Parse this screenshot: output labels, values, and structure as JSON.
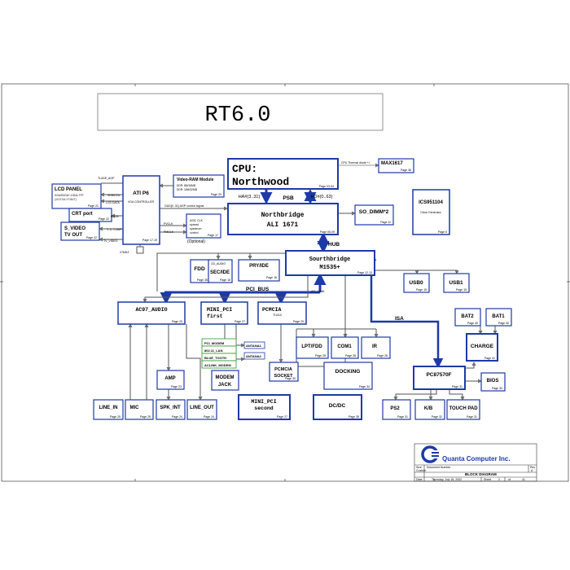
{
  "title": "RT6.0",
  "cpu": {
    "label1": "CPU:",
    "label2": "Northwood",
    "page": "Page 03-04"
  },
  "max1617": {
    "label": "MAX1617",
    "page": "Page 36",
    "link": "CPU Thermal diode +/-"
  },
  "ics": {
    "label": "ICS951104",
    "sub": "Clock Generator",
    "page": "Page 5"
  },
  "northbridge": {
    "label1": "Northbridge",
    "label2": "ALI 1671",
    "page": "Page 06-09"
  },
  "so_dimm": {
    "label": "SO_DIMM*2",
    "page": "Page 11"
  },
  "psb": "PSB",
  "ha": "HA#(3..31)",
  "hd": "HD#(0..63)",
  "hub": "HUB",
  "southbridge": {
    "label1": "Sourthbridge",
    "label2": "M1535+",
    "page": "Page 12-13"
  },
  "ati": {
    "label": "ATI P6",
    "sub": "VGA CONTROLLER",
    "page": "Page 17-19"
  },
  "vram": {
    "label": "Video-RAM Module",
    "sub1": "DDR: 8M/16MB",
    "sub2": "DDR: 16M/32MB",
    "page": "Page 20"
  },
  "agp": "GAD[0..31] AGP control signal",
  "lcd": {
    "label": "LCD PANEL",
    "sub1": "XGA/SXGA+,1024x TFT",
    "sub2": "(13.3\"/14.1\"/15.0\")",
    "page": "Page 21"
  },
  "crt": {
    "label": "CRT port",
    "page": "Page 22"
  },
  "svideo": {
    "label1": "S_VIDEO",
    "label2": "TV OUT",
    "page": "Page 22"
  },
  "sig": {
    "tlagp": "TLASE_AGP",
    "shield": "SHIELD\\L",
    "lcddata": "LCD DATA",
    "rgb": "R,G,B",
    "ycvbs": "Y, C, COMP",
    "tvvideo": "TV_VIDEO",
    "pvclk": "PVCLK",
    "pmclk": "PMCLK",
    "xtal": "27MHZ"
  },
  "asic": {
    "line1": "ASIC CLK",
    "line2": "spread",
    "line3": "spectrum",
    "line4": "control",
    "page": "Page 17",
    "opt": "(Optional)"
  },
  "fdd": {
    "label": "FDD",
    "page": "Page 35"
  },
  "secide": {
    "label": "SEC/IDE",
    "sub": "CD_AUDIO",
    "page": "Page 16"
  },
  "pryide": {
    "label": "PRY/IDE",
    "page": "Page 16"
  },
  "pcibus": "PCI_BUS",
  "aclink": "AC_LINK",
  "usb0": {
    "label": "USB0",
    "page": "Page 15"
  },
  "usb1": {
    "label": "USB1",
    "page": "Page 15"
  },
  "ac97": {
    "label": "AC97_AUDIO",
    "page": "Page 23"
  },
  "minipci1": {
    "label1": "MINI_PCI",
    "label2": "first",
    "page": "Page 27"
  },
  "pcmcia": {
    "label": "PCMCIA",
    "sub": "TI1410",
    "page": "Page 29"
  },
  "bat2": {
    "label": "BAT2",
    "page": "Page 40"
  },
  "bat1": {
    "label": "BAT1",
    "page": "Page 40"
  },
  "isa": "ISA",
  "charge": {
    "label": "CHARGE",
    "page": "Page 41"
  },
  "lpt": {
    "label": "LPT/FDD",
    "page": "Page 28"
  },
  "com1": {
    "label": "COM1",
    "page": "Page 28"
  },
  "ir": {
    "label": "IR",
    "page": "Page 28"
  },
  "mods": [
    "PCI_MODEM",
    "802.11_LAN",
    "BLUE_TOOTH",
    "ACLINK_MODEM"
  ],
  "ant1": "ANTANA1",
  "ant2": "ANTANA2",
  "amp": {
    "label": "AMP",
    "page": "Page 23"
  },
  "modemjack": {
    "label1": "MODEM",
    "label2": "JACK"
  },
  "pcmciasocket": {
    "label1": "PCMCIA",
    "label2": "SOCKET",
    "page": "Page 30"
  },
  "docking": {
    "label": "DOCKING",
    "page": "Page 34"
  },
  "pc87570": {
    "label": "PC87570F",
    "page": "Page 31"
  },
  "bios": {
    "label": "BIOS",
    "page": "Page 33"
  },
  "linein": {
    "label": "LINE_IN",
    "page": "Page 25"
  },
  "mic": {
    "label": "MIC",
    "page": "Page 25"
  },
  "spkint": {
    "label": "SPK_INT",
    "page": "Page 24"
  },
  "lineout": {
    "label": "LINE_OUT",
    "page": "Page 24"
  },
  "minipci2": {
    "label1": "MINI_PCI",
    "label2": "second",
    "page": "Page 27"
  },
  "dcdc": {
    "label": "DC/DC",
    "page": "Page 38"
  },
  "ps2": {
    "label": "PS2",
    "page": "Page 31"
  },
  "kb": {
    "label": "K/B",
    "page": "Page 32"
  },
  "touchpad": {
    "label": "TOUCH PAD",
    "page": "Page 31"
  },
  "tb": {
    "company": "Quanta Computer Inc.",
    "size_l": "Size",
    "size_v": "Custom",
    "docno_l": "Document Number",
    "rev_l": "Rev",
    "rev_v": "A",
    "doc": "BLOCK DIAGRAM",
    "date_l": "Date:",
    "date_v": "Thursday, July 18, 2002",
    "sheet_l": "Sheet",
    "sheet_v": "2",
    "of_l": "of",
    "of_v": "41"
  },
  "colors": {
    "blue": "#1e3aa8",
    "gray": "#6e6e6e",
    "green": "#2e9a2e",
    "black": "#000000"
  }
}
